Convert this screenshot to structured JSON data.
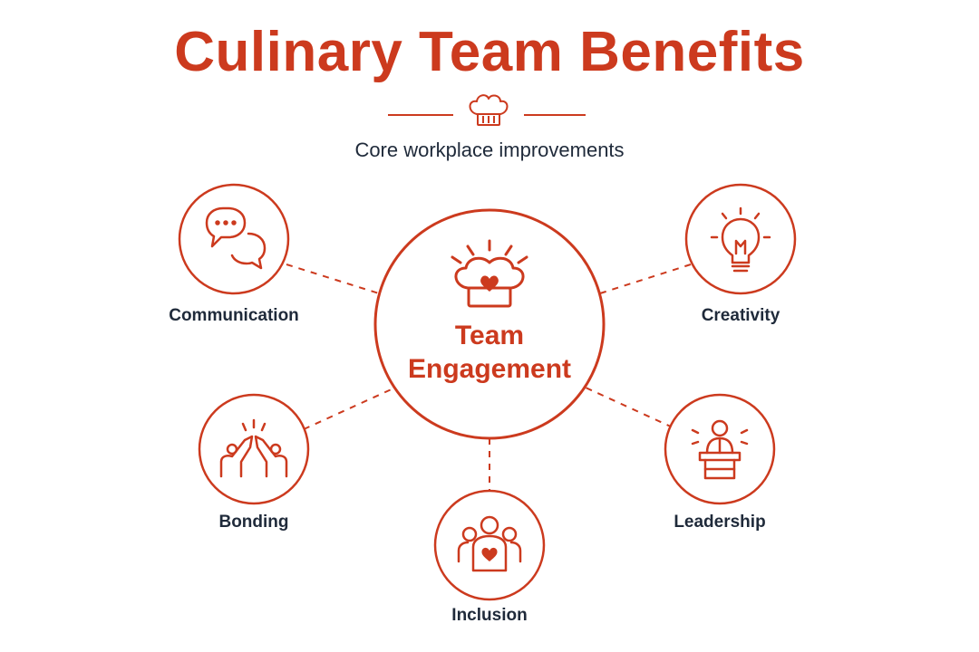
{
  "title": "Culinary Team Benefits",
  "subtitle": "Core workplace improvements",
  "hub": {
    "label_line1": "Team",
    "label_line2": "Engagement",
    "icon": "chef-hat-heart-icon"
  },
  "nodes": [
    {
      "id": "communication",
      "label": "Communication",
      "icon": "speech-bubbles-icon"
    },
    {
      "id": "creativity",
      "label": "Creativity",
      "icon": "lightbulb-icon"
    },
    {
      "id": "bonding",
      "label": "Bonding",
      "icon": "high-five-icon"
    },
    {
      "id": "inclusion",
      "label": "Inclusion",
      "icon": "group-heart-icon"
    },
    {
      "id": "leadership",
      "label": "Leadership",
      "icon": "podium-speaker-icon"
    }
  ],
  "colors": {
    "accent": "#cc3a1e",
    "text": "#1f2a3a",
    "background": "#ffffff"
  }
}
